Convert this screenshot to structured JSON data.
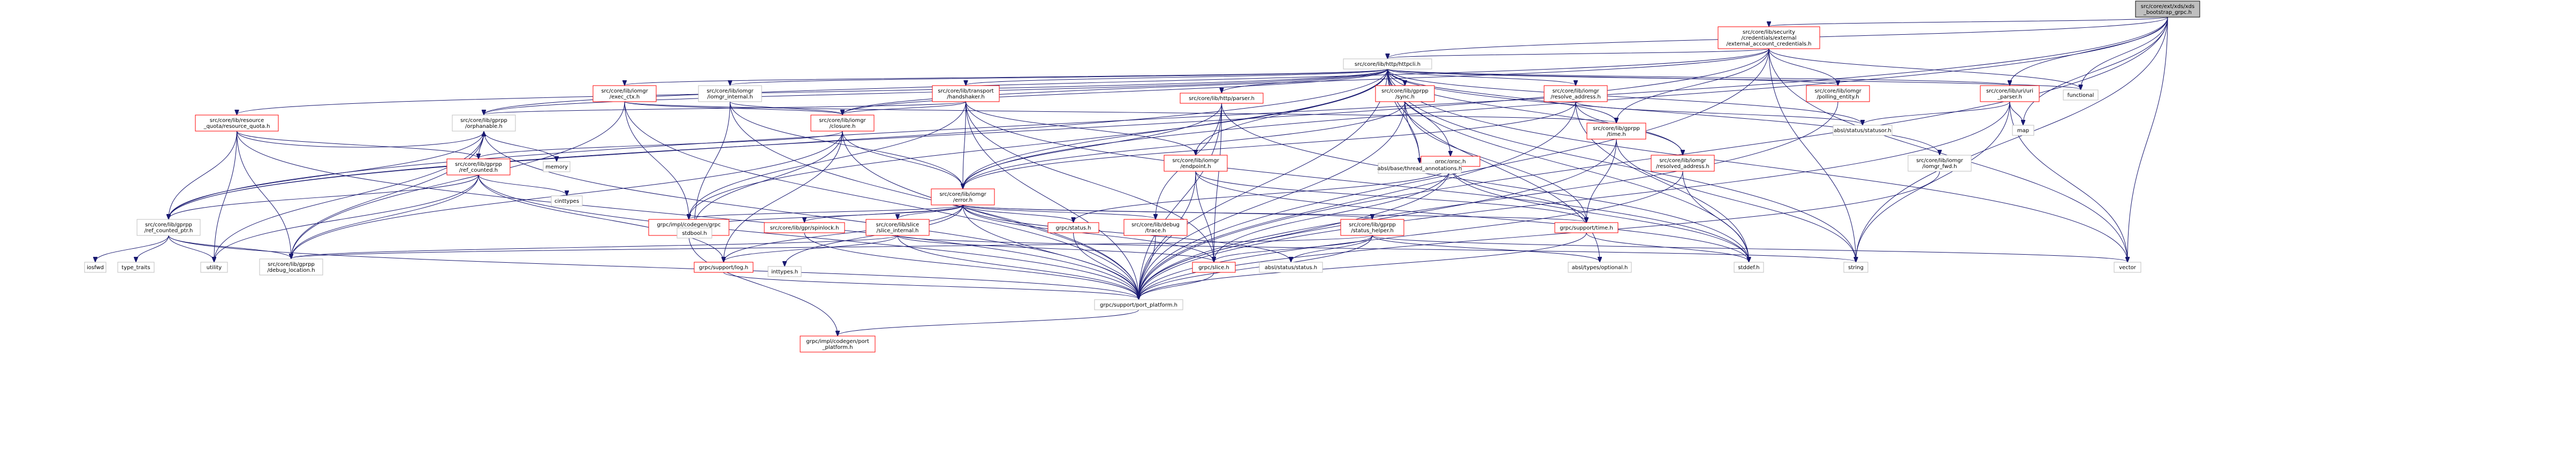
{
  "nodes": [
    {
      "id": "root",
      "lines": [
        "src/core/ext/xds/xds",
        "_bootstrap_grpc.h"
      ]
    },
    {
      "id": "a",
      "lines": [
        "src/core/lib/security",
        "/credentials/external",
        "/external_account_credentials.h"
      ]
    },
    {
      "id": "b",
      "lines": [
        "src/core/lib/http/httpcli.h"
      ]
    },
    {
      "id": "c",
      "lines": [
        "src/core/lib/iomgr",
        "/exec_ctx.h"
      ]
    },
    {
      "id": "d",
      "lines": [
        "src/core/lib/iomgr",
        "/iomgr_internal.h"
      ]
    },
    {
      "id": "e",
      "lines": [
        "src/core/lib/transport",
        "/handshaker.h"
      ]
    },
    {
      "id": "f",
      "lines": [
        "src/core/lib/http/parser.h"
      ]
    },
    {
      "id": "g",
      "lines": [
        "src/core/lib/gprpp",
        "/sync.h"
      ]
    },
    {
      "id": "h",
      "lines": [
        "src/core/lib/iomgr",
        "/resolve_address.h"
      ]
    },
    {
      "id": "i",
      "lines": [
        "src/core/lib/iomgr",
        "/polling_entity.h"
      ]
    },
    {
      "id": "j",
      "lines": [
        "src/core/lib/uri/uri",
        "_parser.h"
      ]
    },
    {
      "id": "k",
      "lines": [
        "src/core/lib/resource",
        "_quota/resource_quota.h"
      ]
    },
    {
      "id": "l",
      "lines": [
        "src/core/lib/gprpp",
        "/orphanable.h"
      ]
    },
    {
      "id": "m",
      "lines": [
        "src/core/lib/iomgr",
        "/closure.h"
      ]
    },
    {
      "id": "n",
      "lines": [
        "src/core/lib/gprpp",
        "/time.h"
      ]
    },
    {
      "id": "o",
      "lines": [
        "src/core/lib/iomgr",
        "/endpoint.h"
      ]
    },
    {
      "id": "p",
      "lines": [
        "grpc/grpc.h"
      ]
    },
    {
      "id": "q",
      "lines": [
        "src/core/lib/iomgr",
        "/resolved_address.h"
      ]
    },
    {
      "id": "r",
      "lines": [
        "src/core/lib/iomgr",
        "/iomgr_fwd.h"
      ]
    },
    {
      "id": "s",
      "lines": [
        "src/core/lib/gprpp",
        "/ref_counted.h"
      ]
    },
    {
      "id": "t",
      "lines": [
        "src/core/lib/iomgr",
        "/error.h"
      ]
    },
    {
      "id": "u",
      "lines": [
        "src/core/lib/gprpp",
        "/ref_counted_ptr.h"
      ]
    },
    {
      "id": "v",
      "lines": [
        "grpc/impl/codegen/grpc",
        "_types.h"
      ]
    },
    {
      "id": "w",
      "lines": [
        "src/core/lib/gpr/spinlock.h"
      ]
    },
    {
      "id": "x",
      "lines": [
        "src/core/lib/slice",
        "/slice_internal.h"
      ]
    },
    {
      "id": "y",
      "lines": [
        "grpc/status.h"
      ]
    },
    {
      "id": "z",
      "lines": [
        "src/core/lib/debug",
        "/trace.h"
      ]
    },
    {
      "id": "aa",
      "lines": [
        "src/core/lib/gprpp",
        "/status_helper.h"
      ]
    },
    {
      "id": "ab",
      "lines": [
        "grpc/support/time.h"
      ]
    },
    {
      "id": "ac",
      "lines": [
        "src/core/lib/gprpp",
        "/debug_location.h"
      ]
    },
    {
      "id": "ad",
      "lines": [
        "grpc/support/log.h"
      ]
    },
    {
      "id": "ae",
      "lines": [
        "grpc/slice.h"
      ]
    },
    {
      "id": "af",
      "lines": [
        "grpc/support/port_platform.h"
      ]
    },
    {
      "id": "ag",
      "lines": [
        "grpc/impl/codegen/port",
        "_platform.h"
      ]
    },
    {
      "id": "n1",
      "lines": [
        "functional"
      ]
    },
    {
      "id": "n2",
      "lines": [
        "absl/status/statusor.h"
      ]
    },
    {
      "id": "n3",
      "lines": [
        "map"
      ]
    },
    {
      "id": "n4",
      "lines": [
        "absl/base/thread_annotations.h"
      ]
    },
    {
      "id": "n5",
      "lines": [
        "memory"
      ]
    },
    {
      "id": "n6",
      "lines": [
        "cinttypes"
      ]
    },
    {
      "id": "n7",
      "lines": [
        "stdbool.h"
      ]
    },
    {
      "id": "n8",
      "lines": [
        "inttypes.h"
      ]
    },
    {
      "id": "n9",
      "lines": [
        "absl/status/status.h"
      ]
    },
    {
      "id": "n10",
      "lines": [
        "absl/types/optional.h"
      ]
    },
    {
      "id": "n11",
      "lines": [
        "stddef.h"
      ]
    },
    {
      "id": "n12",
      "lines": [
        "string"
      ]
    },
    {
      "id": "n13",
      "lines": [
        "vector"
      ]
    },
    {
      "id": "n14",
      "lines": [
        "utility"
      ]
    },
    {
      "id": "n15",
      "lines": [
        "iosfwd"
      ]
    },
    {
      "id": "n16",
      "lines": [
        "type_traits"
      ]
    }
  ],
  "edges": [
    [
      "root",
      "a"
    ],
    [
      "root",
      "b"
    ],
    [
      "root",
      "j"
    ],
    [
      "root",
      "t"
    ],
    [
      "root",
      "u"
    ],
    [
      "root",
      "n1"
    ],
    [
      "root",
      "n3"
    ],
    [
      "root",
      "n12"
    ],
    [
      "root",
      "n13"
    ],
    [
      "root",
      "af"
    ],
    [
      "a",
      "b"
    ],
    [
      "a",
      "l"
    ],
    [
      "a",
      "m"
    ],
    [
      "a",
      "n"
    ],
    [
      "a",
      "i"
    ],
    [
      "a",
      "u"
    ],
    [
      "a",
      "af"
    ],
    [
      "a",
      "n12"
    ],
    [
      "a",
      "n13"
    ],
    [
      "a",
      "n1"
    ],
    [
      "b",
      "c"
    ],
    [
      "b",
      "d"
    ],
    [
      "b",
      "e"
    ],
    [
      "b",
      "f"
    ],
    [
      "b",
      "g"
    ],
    [
      "b",
      "h"
    ],
    [
      "b",
      "i"
    ],
    [
      "b",
      "j"
    ],
    [
      "b",
      "k"
    ],
    [
      "b",
      "l"
    ],
    [
      "b",
      "m"
    ],
    [
      "b",
      "n"
    ],
    [
      "b",
      "o"
    ],
    [
      "b",
      "p"
    ],
    [
      "b",
      "q"
    ],
    [
      "b",
      "r"
    ],
    [
      "b",
      "t"
    ],
    [
      "b",
      "u"
    ],
    [
      "b",
      "v"
    ],
    [
      "b",
      "n1"
    ],
    [
      "b",
      "n2"
    ],
    [
      "b",
      "n4"
    ],
    [
      "b",
      "n10"
    ],
    [
      "b",
      "n11"
    ],
    [
      "b",
      "n12"
    ],
    [
      "b",
      "n13"
    ],
    [
      "b",
      "af"
    ],
    [
      "c",
      "m"
    ],
    [
      "c",
      "n"
    ],
    [
      "c",
      "ac"
    ],
    [
      "c",
      "v"
    ],
    [
      "c",
      "af"
    ],
    [
      "d",
      "m"
    ],
    [
      "d",
      "t"
    ],
    [
      "d",
      "n7"
    ],
    [
      "d",
      "af"
    ],
    [
      "e",
      "l"
    ],
    [
      "e",
      "m"
    ],
    [
      "e",
      "o"
    ],
    [
      "e",
      "t"
    ],
    [
      "e",
      "ae"
    ],
    [
      "e",
      "af"
    ],
    [
      "e",
      "n11"
    ],
    [
      "e",
      "v"
    ],
    [
      "f",
      "t"
    ],
    [
      "f",
      "z"
    ],
    [
      "f",
      "ae"
    ],
    [
      "f",
      "n11"
    ],
    [
      "f",
      "af"
    ],
    [
      "g",
      "t"
    ],
    [
      "g",
      "n4"
    ],
    [
      "g",
      "ab"
    ],
    [
      "g",
      "af"
    ],
    [
      "h",
      "n2"
    ],
    [
      "h",
      "q"
    ],
    [
      "h",
      "t"
    ],
    [
      "h",
      "n11"
    ],
    [
      "h",
      "af"
    ],
    [
      "i",
      "af"
    ],
    [
      "j",
      "n2"
    ],
    [
      "j",
      "n3"
    ],
    [
      "j",
      "n12"
    ],
    [
      "j",
      "n13"
    ],
    [
      "j",
      "af"
    ],
    [
      "k",
      "l"
    ],
    [
      "k",
      "s"
    ],
    [
      "k",
      "u"
    ],
    [
      "k",
      "ac"
    ],
    [
      "k",
      "n14"
    ],
    [
      "k",
      "af"
    ],
    [
      "l",
      "s"
    ],
    [
      "l",
      "u"
    ],
    [
      "l",
      "ac"
    ],
    [
      "l",
      "n5"
    ],
    [
      "l",
      "n14"
    ],
    [
      "l",
      "af"
    ],
    [
      "m",
      "s"
    ],
    [
      "m",
      "t"
    ],
    [
      "m",
      "ac"
    ],
    [
      "m",
      "ad"
    ],
    [
      "m",
      "n7"
    ],
    [
      "m",
      "af"
    ],
    [
      "n",
      "ab"
    ],
    [
      "n",
      "n12"
    ],
    [
      "n",
      "af"
    ],
    [
      "o",
      "ab"
    ],
    [
      "o",
      "ae"
    ],
    [
      "o",
      "n11"
    ],
    [
      "o",
      "af"
    ],
    [
      "p",
      "y"
    ],
    [
      "p",
      "ab"
    ],
    [
      "p",
      "ae"
    ],
    [
      "p",
      "n11"
    ],
    [
      "p",
      "af"
    ],
    [
      "q",
      "n11"
    ],
    [
      "q",
      "af"
    ],
    [
      "r",
      "af"
    ],
    [
      "s",
      "u"
    ],
    [
      "s",
      "ac"
    ],
    [
      "s",
      "n6"
    ],
    [
      "s",
      "n14"
    ],
    [
      "s",
      "ad"
    ],
    [
      "s",
      "af"
    ],
    [
      "t",
      "v"
    ],
    [
      "t",
      "w"
    ],
    [
      "t",
      "x"
    ],
    [
      "t",
      "y"
    ],
    [
      "t",
      "z"
    ],
    [
      "t",
      "aa"
    ],
    [
      "t",
      "ab"
    ],
    [
      "t",
      "ad"
    ],
    [
      "t",
      "ae"
    ],
    [
      "t",
      "n7"
    ],
    [
      "t",
      "n8"
    ],
    [
      "t",
      "n9"
    ],
    [
      "t",
      "af"
    ],
    [
      "u",
      "n14"
    ],
    [
      "u",
      "n15"
    ],
    [
      "u",
      "n16"
    ],
    [
      "u",
      "ac"
    ],
    [
      "u",
      "af"
    ],
    [
      "v",
      "ag"
    ],
    [
      "w",
      "af"
    ],
    [
      "x",
      "ae"
    ],
    [
      "x",
      "ad"
    ],
    [
      "x",
      "ac"
    ],
    [
      "x",
      "n12"
    ],
    [
      "x",
      "af"
    ],
    [
      "y",
      "af"
    ],
    [
      "z",
      "af"
    ],
    [
      "aa",
      "n9"
    ],
    [
      "aa",
      "n10"
    ],
    [
      "aa",
      "ae"
    ],
    [
      "aa",
      "ac"
    ],
    [
      "aa",
      "n13"
    ],
    [
      "aa",
      "af"
    ],
    [
      "ab",
      "n11"
    ],
    [
      "ab",
      "af"
    ],
    [
      "ad",
      "af"
    ],
    [
      "ae",
      "af"
    ],
    [
      "af",
      "ag"
    ]
  ]
}
